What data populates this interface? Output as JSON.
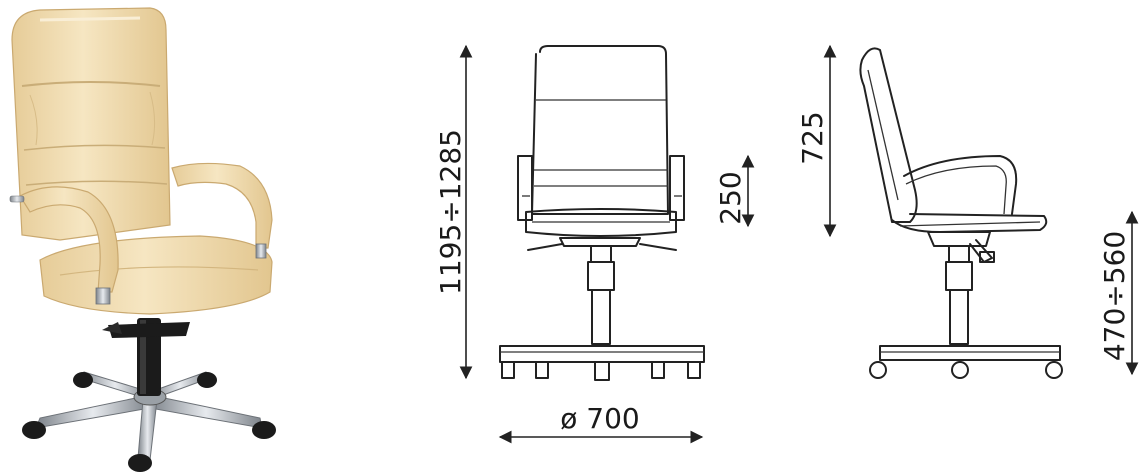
{
  "dimensions": {
    "total_height": "1195÷1285",
    "armrest_height": "250",
    "backrest_height": "725",
    "seat_height": "470÷560",
    "base_diameter": "ø 700"
  },
  "colors": {
    "leather": "#f1ddb0",
    "leather_shadow": "#d9bf8a",
    "leather_highlight": "#f8ecd0",
    "chrome": "#b9bec4",
    "chrome_dark": "#6c7177",
    "black": "#1b1b1b",
    "line": "#222222"
  }
}
